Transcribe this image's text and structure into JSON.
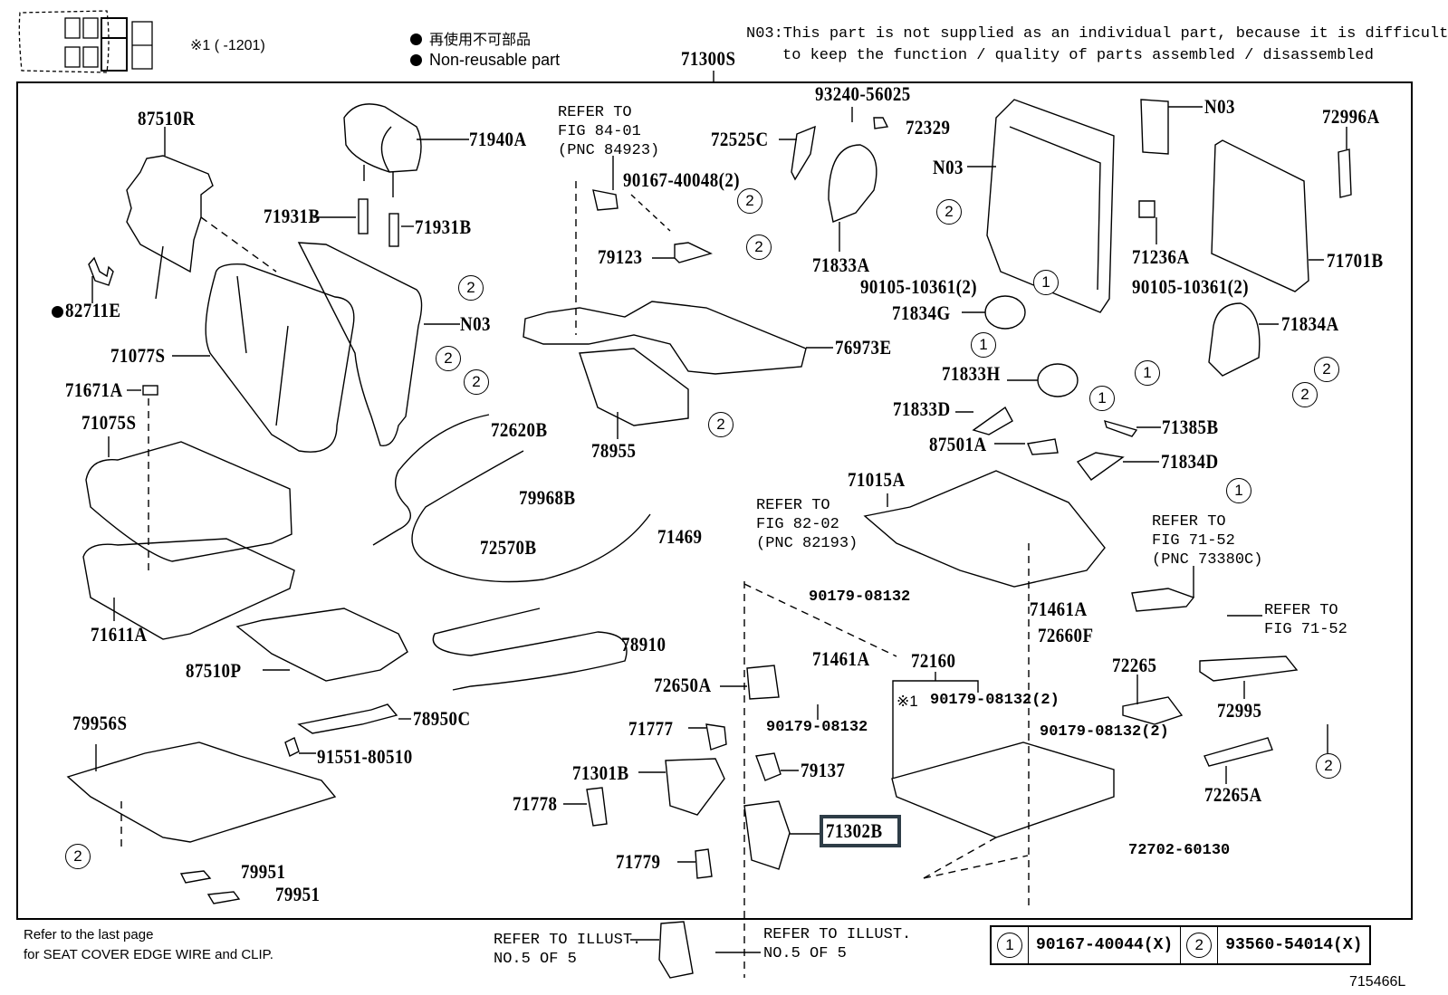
{
  "header": {
    "applicability_note": "※1 (     -1201)",
    "legend_jp": "再使用不可部品",
    "legend_en": "Non-reusable part",
    "assembly_number": "71300S",
    "n03_note_line1": "N03:This part is not supplied as an individual part, because it is difficult",
    "n03_note_line2": "to keep the function / quality of parts assembled / disassembled"
  },
  "parts": {
    "p87510R": "87510R",
    "p71940A": "71940A",
    "p71931B_a": "71931B",
    "p71931B_b": "71931B",
    "p82711E": "82711E",
    "p71077S": "71077S",
    "pN03_cover": "N03",
    "p71671A": "71671A",
    "p71075S": "71075S",
    "p71611A": "71611A",
    "p87510P": "87510P",
    "p79956S": "79956S",
    "p78950C": "78950C",
    "p91551": "91551-80510",
    "p79951_a": "79951",
    "p79951_b": "79951",
    "p90167_40048": "90167-40048(2)",
    "p79123": "79123",
    "p93240": "93240-56025",
    "p72525C": "72525C",
    "p72329": "72329",
    "p71833A": "71833A",
    "p90105_a": "90105-10361(2)",
    "p76973E": "76973E",
    "p78955": "78955",
    "p72620B": "72620B",
    "p79968B": "79968B",
    "p71469": "71469",
    "p72570B": "72570B",
    "p78910": "78910",
    "pN03_frame": "N03",
    "pN03_airbag": "N03",
    "p72996A": "72996A",
    "p71236A": "71236A",
    "p71701B": "71701B",
    "p90105_b": "90105-10361(2)",
    "p71834G": "71834G",
    "p71834A": "71834A",
    "p71833H": "71833H",
    "p71833D": "71833D",
    "p71385B": "71385B",
    "p87501A": "87501A",
    "p71834D": "71834D",
    "p71015A": "71015A",
    "p90179_a": "90179-08132",
    "p71461A_a": "71461A",
    "p72660F": "72660F",
    "p71461A_b": "71461A",
    "p72160": "72160",
    "p72650A": "72650A",
    "p90179_b": "90179-08132",
    "p90179_c": "90179-08132(2)",
    "p90179_d": "90179-08132(2)",
    "p71777": "71777",
    "p71301B": "71301B",
    "p79137": "79137",
    "p71778": "71778",
    "p71302B": "71302B",
    "p71779": "71779",
    "p72265": "72265",
    "p72995": "72995",
    "p72265A": "72265A",
    "p72702": "72702-60130",
    "mark_x1": "※1"
  },
  "references": {
    "fig84": "REFER TO\nFIG 84-01\n(PNC 84923)",
    "fig82": "REFER TO\nFIG 82-02\n(PNC 82193)",
    "fig71_pnc": "REFER TO\nFIG 71-52\n(PNC 73380C)",
    "fig71": "REFER TO\nFIG 71-52",
    "illust_left": "REFER TO ILLUST.\nNO.5 OF 5",
    "illust_right": "REFER TO ILLUST.\nNO.5 OF 5"
  },
  "callouts": {
    "one": "1",
    "two": "2"
  },
  "footer": {
    "note_line1": "Refer to the last page",
    "note_line2": "for SEAT COVER EDGE WIRE and CLIP.",
    "legend": [
      {
        "key": "1",
        "part": "90167-40044(X)"
      },
      {
        "key": "2",
        "part": "93560-54014(X)"
      }
    ],
    "figure_id": "715466L"
  },
  "highlight": {
    "selected_part": "71302B",
    "color": "#2e3d47"
  }
}
